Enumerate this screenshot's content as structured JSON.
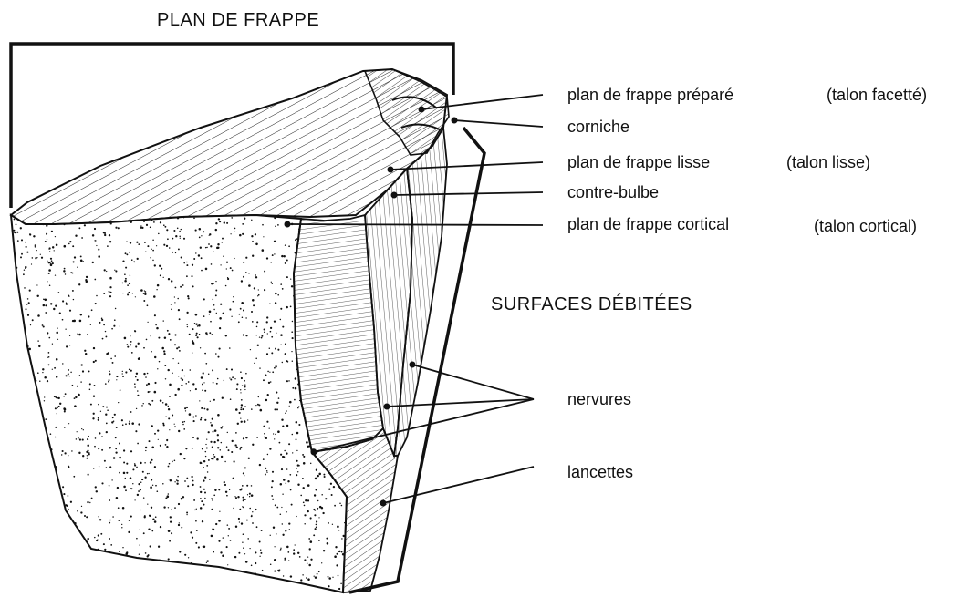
{
  "diagram": {
    "title_top": "PLAN DE FRAPPE",
    "title_right": "SURFACES DÉBITÉES",
    "labels": [
      {
        "id": "prepare",
        "text": "plan de frappe préparé",
        "note": "(talon facetté)"
      },
      {
        "id": "corniche",
        "text": "corniche",
        "note": ""
      },
      {
        "id": "lisse",
        "text": "plan de frappe lisse",
        "note": "(talon lisse)"
      },
      {
        "id": "bulbe",
        "text": "contre-bulbe",
        "note": ""
      },
      {
        "id": "cortical",
        "text": "plan de frappe cortical",
        "note": "(talon cortical)"
      },
      {
        "id": "nervures",
        "text": "nervures",
        "note": ""
      },
      {
        "id": "lancettes",
        "text": "lancettes",
        "note": ""
      }
    ]
  },
  "colors": {
    "ink": "#111111",
    "paper": "#ffffff"
  }
}
